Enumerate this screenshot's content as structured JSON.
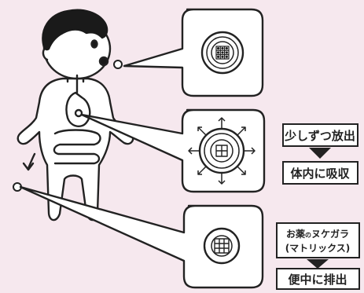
{
  "labels": {
    "step1_release": "少しずつ放出",
    "step1_absorb": "体内に吸収",
    "step2_shell_a": "お薬",
    "step2_shell_no": "の",
    "step2_shell_b": "ヌケガラ",
    "step2_matrix": "(マトリックス)",
    "step2_excrete": "便中に排出"
  },
  "colors": {
    "background": "#f6e8ee",
    "line": "#222222",
    "fill": "#ffffff",
    "hair": "#1a1a1a"
  }
}
